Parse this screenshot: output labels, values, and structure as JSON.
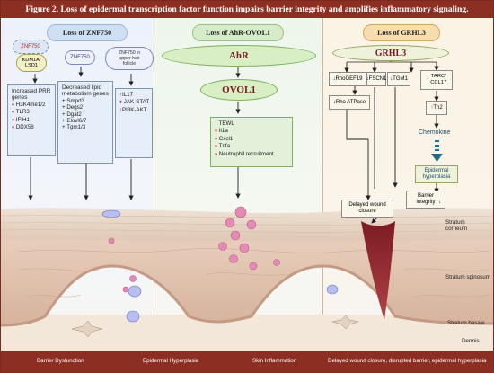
{
  "title": "Figure 2. Loss of epidermal transcription factor function impairs barrier integrity and amplifies inflammatory signaling.",
  "panels": {
    "znf750": {
      "header": "Loss of ZNF750",
      "znf750_label": "ZNF750",
      "complex_label": "KDM1A/\nLSD1",
      "znf750_small": "ZNF750",
      "follicle_label": "ZNF750 in\nupper hair\nfollicle",
      "box1_title": "Increased PRR genes",
      "box1_items": [
        "H3K4me1/2",
        "TLR3",
        "IFIH1",
        "DDX58"
      ],
      "box2_title": "Decreased lipid metabolism genes",
      "box2_items": [
        "Smpd3",
        "Degs2",
        "Dgat2",
        "Elovl6/7",
        "Tgm1/3"
      ],
      "box3_items": [
        "IL17",
        "JAK-STAT",
        "PI3K-AKT"
      ]
    },
    "ahr": {
      "header": "Loss of AhR-OVOL1",
      "ahr_label": "AhR",
      "ovol1_label": "OVOL1",
      "items": [
        "TEWL",
        "Il1a",
        "Cxcl1",
        "Tnfa",
        "Neutrophil recruitment"
      ]
    },
    "grhl3": {
      "header": "Loss of GRHL3",
      "grhl3_label": "GRHL3",
      "rhogef": "RhoGEF19",
      "fscn1": "FSCN1",
      "tgm1": "TGM1",
      "tarc": "TARC/\nCCL17",
      "rho_atpase": "Rho ATPase",
      "th2": "Th2",
      "chemokine": "Chemokine",
      "hyperplasia": "Epidermal\nhyperplasia",
      "delayed": "Delayed wound\nclosure",
      "barrier": "Barrier\nintegrity"
    }
  },
  "layers": {
    "corneum": "Stratum\ncorneum",
    "spinosum": "Stratum spinosum",
    "basale": "Stratum basale",
    "dermis": "Dermis"
  },
  "footer": {
    "left_1": "Barrier Dysfunction",
    "left_2": "Epidermal Hyperplasia",
    "left_3": "Skin Inflammation",
    "right": "Delayed wound closure, disrupted barrier, epidermal hyperplasia"
  },
  "colors": {
    "banner": "#8c2f22",
    "header_blue": "#cfe0f5",
    "header_green": "#d6ecc9",
    "header_orange": "#f6dcae",
    "up_arrow": "#b3262d"
  }
}
